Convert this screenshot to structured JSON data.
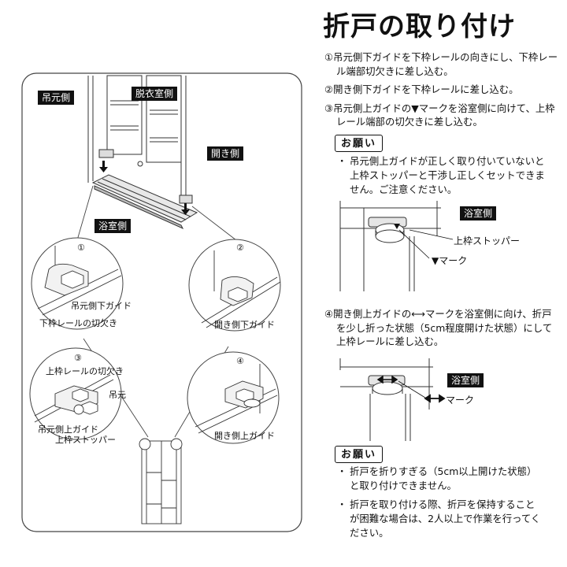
{
  "title": "折戸の取り付け",
  "steps": [
    "①吊元側下ガイドを下枠レールの向きにし、下枠レール端部切欠きに差し込む。",
    "②開き側下ガイドを下枠レールに差し込む。",
    "③吊元側上ガイドの▼マークを浴室側に向けて、上枠レール端部の切欠きに差し込む。",
    "④開き側上ガイドの⟷マークを浴室側に向け、折戸を少し折った状態（5cm程度開けた状態）にして上枠レールに差し込む。"
  ],
  "notice_label": "お願い",
  "notice1": [
    "吊元側上ガイドが正しく取り付いていないと上枠ストッパーと干渉し正しくセットできません。ご注意ください。"
  ],
  "detail1": {
    "side": "浴室側",
    "stopper": "上枠ストッパー",
    "mark": "▼マーク"
  },
  "detail2": {
    "side": "浴室側",
    "mark": "マーク"
  },
  "notice2": [
    "折戸を折りすぎる（5cm以上開けた状態）と取り付けできません。",
    "折戸を取り付ける際、折戸を保持することが困難な場合は、2人以上で作業を行ってください。"
  ],
  "illustration": {
    "tsurimoto": "吊元側",
    "datsui": "脱衣室側",
    "hiraki": "開き側",
    "yokushitsu": "浴室側",
    "c1": "①",
    "c2": "②",
    "c3": "③",
    "c4": "④",
    "c1_guide": "吊元側下ガイド",
    "c1_notch": "下枠レールの切欠き",
    "c2_guide": "開き側下ガイド",
    "c3_notch": "上枠レールの切欠き",
    "c3_tsurimoto": "吊元",
    "c3_guide": "吊元側上ガイド",
    "c3_stopper": "上枠ストッパー",
    "c4_guide": "開き側上ガイド"
  }
}
